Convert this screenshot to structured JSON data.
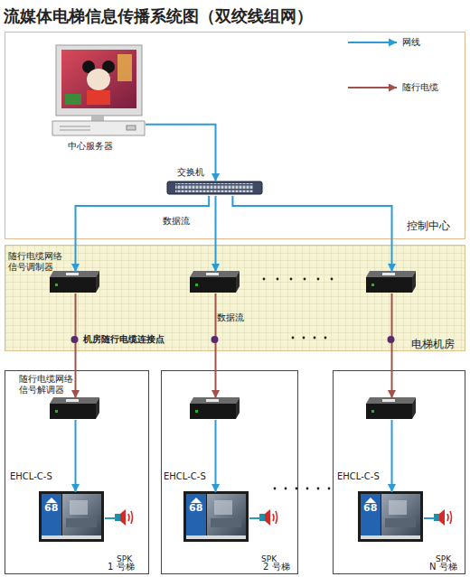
{
  "diagram": {
    "title": "流媒体电梯信息传播系统图（双绞线组网）",
    "nodes": [
      {
        "text": [
          "控制中心"
        ]
      },
      {
        "text": [
          "中心服务器"
        ],
        "in": 0
      },
      {
        "text": [
          "交换机"
        ],
        "in": 0
      },
      {
        "text": [
          "电梯机房"
        ]
      },
      {
        "text": [
          "随行电缆网络 信号调制器"
        ],
        "in": 3
      },
      {
        "text": [],
        "in": 3
      },
      {
        "text": [],
        "in": 3
      },
      {
        "text": [
          "1 号梯"
        ]
      },
      {
        "text": [
          "随行电缆网络 信号解调器"
        ],
        "in": 7
      },
      {
        "text": [
          "EHCL-C-S"
        ],
        "in": 7
      },
      {
        "text": [
          "SPK"
        ],
        "in": 7
      },
      {
        "text": [
          "2 号梯"
        ]
      },
      {
        "text": [],
        "in": 11
      },
      {
        "text": [
          "EHCL-C-S"
        ],
        "in": 11
      },
      {
        "text": [
          "SPK"
        ],
        "in": 11
      },
      {
        "text": [
          "N 号梯"
        ]
      },
      {
        "text": [],
        "in": 15
      },
      {
        "text": [
          "EHCL-C-S"
        ],
        "in": 15
      },
      {
        "text": [
          "SPK"
        ],
        "in": 15
      }
    ],
    "edges": [
      {
        "from": 1,
        "to": 2,
        "arrow": "to"
      },
      {
        "from": 2,
        "to": 4,
        "arrow": "to",
        "label": "数据流"
      },
      {
        "from": 2,
        "to": 5,
        "arrow": "to"
      },
      {
        "from": 2,
        "to": 6,
        "arrow": "to"
      },
      {
        "from": 4,
        "to": 8,
        "arrow": "to"
      },
      {
        "from": 5,
        "to": 12,
        "arrow": "to",
        "label": "数据流"
      },
      {
        "from": 6,
        "to": 16,
        "arrow": "to"
      },
      {
        "from": 8,
        "to": 9,
        "arrow": "to"
      },
      {
        "from": 12,
        "to": 13,
        "arrow": "to"
      },
      {
        "from": 16,
        "to": 17,
        "arrow": "to"
      },
      {
        "from": 9,
        "to": 10,
        "arrow": "none"
      },
      {
        "from": 13,
        "to": 14,
        "arrow": "none"
      },
      {
        "from": 17,
        "to": 18,
        "arrow": "none"
      }
    ],
    "labels": [
      "机房随行电缆连接点",
      "68",
      "68",
      "68"
    ],
    "legend": [
      {
        "text": "网线"
      },
      {
        "text": "随行电缆"
      }
    ]
  }
}
